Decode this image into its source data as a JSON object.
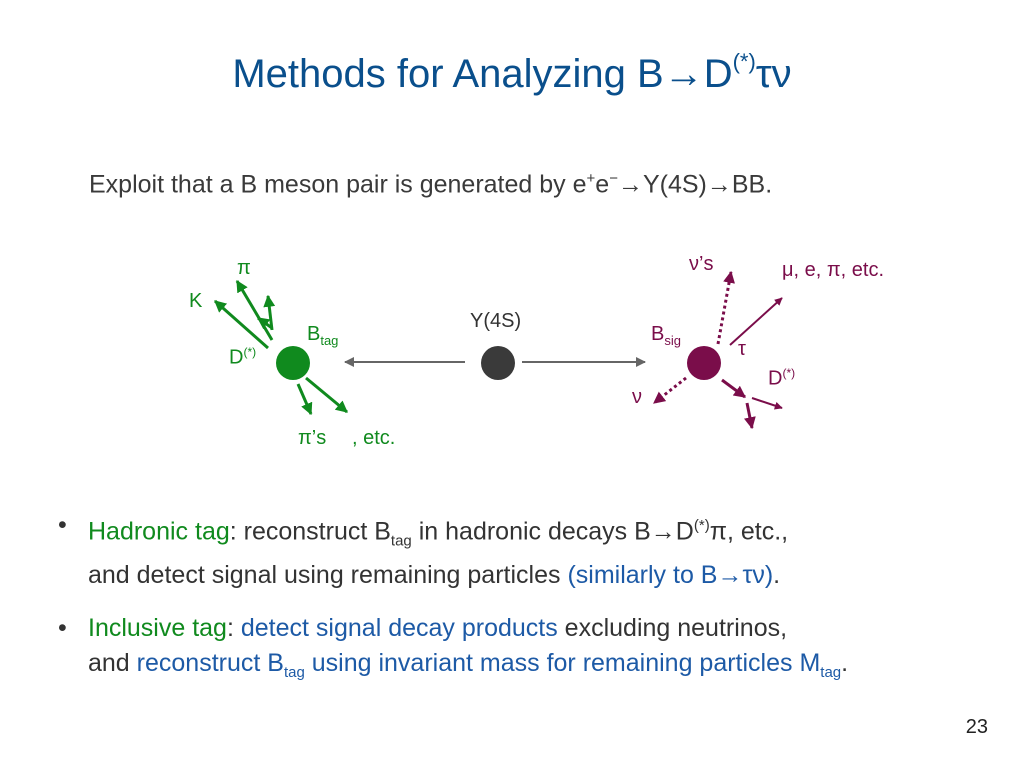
{
  "slide": {
    "title_main": "Methods for Analyzing B→D",
    "title_sup": "(*)",
    "title_tail": "τν",
    "subtitle_a": "Exploit that a B meson pair is generated by e",
    "subtitle_plus": "+",
    "subtitle_b": "e",
    "subtitle_minus": "−",
    "subtitle_c": "→Y(4S)→BB.",
    "page_number": "23"
  },
  "diagram": {
    "colors": {
      "tag": "#108a1e",
      "sig": "#7a0d4a",
      "center": "#3a3a3a",
      "arrow": "#666666"
    },
    "center_label": "Y(4S)",
    "tag": {
      "label_main": "B",
      "label_sub": "tag",
      "d_label": "D",
      "d_sup": "(*)",
      "k_label": "K",
      "pi_label": "π",
      "pis_label": "π’s",
      "etc_label": ", etc."
    },
    "sig": {
      "label_main": "B",
      "label_sub": "sig",
      "nus_label": "ν’s",
      "nu_label": "ν",
      "tau_label": "τ",
      "products_label": "μ, e, π, etc.",
      "d_label": "D",
      "d_sup": "(*)"
    }
  },
  "bullets": [
    {
      "bullet": "•",
      "l1_a": "Hadronic tag",
      "l1_b": ": reconstruct B",
      "l1_sub": "tag",
      "l1_c": " in hadronic decays B→D",
      "l1_sup": "(*)",
      "l1_d": "π, etc.,",
      "l2_a": "and detect signal using remaining particles ",
      "l2_b": "(similarly to B→τν)",
      "l2_c": "."
    },
    {
      "bullet": "•",
      "l1_a": "Inclusive tag",
      "l1_b": ": ",
      "l1_c": "detect signal decay products",
      "l1_d": " excluding neutrinos,",
      "l2_a": "and ",
      "l2_b": "reconstruct B",
      "l2_sub": "tag",
      "l2_c": " using invariant mass for remaining particles M",
      "l2_sub2": "tag",
      "l2_d": "."
    }
  ]
}
